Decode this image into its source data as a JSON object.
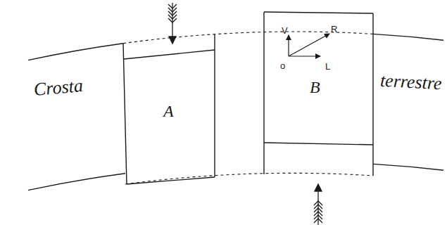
{
  "diagram": {
    "nodes": [
      {
        "text": [
          "Crosta",
          "terrestre"
        ]
      },
      {
        "text": [
          "A"
        ]
      },
      {
        "text": [
          "B"
        ]
      }
    ],
    "labels": [
      "V",
      "R",
      "o",
      "L"
    ]
  }
}
